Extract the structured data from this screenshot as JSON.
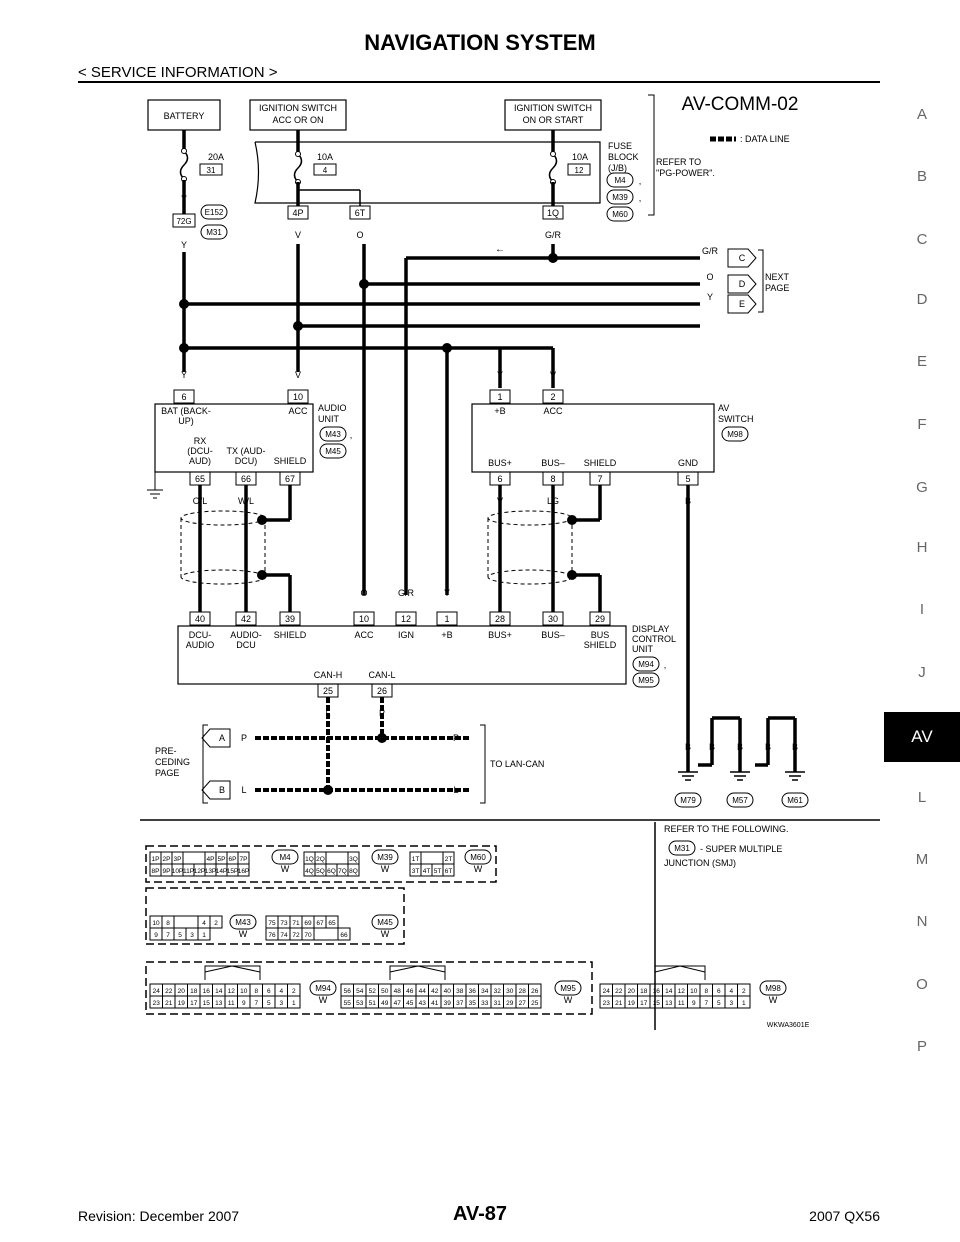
{
  "header": {
    "title": "NAVIGATION SYSTEM",
    "subtitle": "< SERVICE INFORMATION >"
  },
  "side_index": [
    "A",
    "B",
    "C",
    "D",
    "E",
    "F",
    "G",
    "H",
    "I",
    "J",
    "AV",
    "L",
    "M",
    "N",
    "O",
    "P"
  ],
  "side_active": "AV",
  "footer": {
    "revision": "Revision: December 2007",
    "page": "AV-87",
    "model": "2007 QX56"
  },
  "diagram": {
    "code": "AV-COMM-02",
    "legend": ": DATA LINE",
    "battery": "BATTERY",
    "ign1": [
      "IGNITION SWITCH",
      "ACC OR ON"
    ],
    "ign2": [
      "IGNITION SWITCH",
      "ON OR START"
    ],
    "fuse_block": [
      "FUSE",
      "BLOCK",
      "(J/B)"
    ],
    "refer_pg": [
      "REFER TO",
      "\"PG-POWER\"."
    ],
    "fuses": [
      {
        "amp": "20A",
        "no": "31"
      },
      {
        "amp": "10A",
        "no": "4"
      },
      {
        "amp": "10A",
        "no": "12"
      }
    ],
    "conn_top": [
      "4P",
      "6T",
      "1Q",
      "72G"
    ],
    "conn_refs": [
      "M4",
      "M39",
      "M60",
      "E152",
      "M31",
      "M43",
      "M45",
      "M98",
      "M94",
      "M95",
      "M79",
      "M57",
      "M61"
    ],
    "wires_top": [
      "Y",
      "Y",
      "V",
      "O",
      "G/R"
    ],
    "next_page": [
      "NEXT",
      "PAGE"
    ],
    "next_wires": [
      {
        "w": "G/R",
        "c": "C"
      },
      {
        "w": "O",
        "c": "D"
      },
      {
        "w": "Y",
        "c": "E"
      }
    ],
    "audio_unit": {
      "name": [
        "AUDIO",
        "UNIT"
      ],
      "top_pins": [
        {
          "w": "Y",
          "p": "6",
          "l": "BAT (BACK-"
        },
        {
          "w": "V",
          "p": "10",
          "l": "ACC"
        }
      ],
      "bat2": "UP)",
      "rx": [
        "RX",
        "(DCU-",
        "AUD)"
      ],
      "tx": [
        "TX (AUD-",
        "DCU)"
      ],
      "shield": "SHIELD",
      "bot_pins": [
        {
          "p": "65",
          "w": "O/L"
        },
        {
          "p": "66",
          "w": "W/L"
        },
        {
          "p": "67",
          "w": ""
        }
      ]
    },
    "av_switch": {
      "name": [
        "AV",
        "SWITCH"
      ],
      "top_pins": [
        {
          "w": "Y",
          "p": "1",
          "l": "+B"
        },
        {
          "w": "V",
          "p": "2",
          "l": "ACC"
        }
      ],
      "bot_pins": [
        {
          "p": "6",
          "w": "V",
          "l": "BUS+"
        },
        {
          "p": "8",
          "w": "LG",
          "l": "BUS–"
        },
        {
          "p": "7",
          "w": "",
          "l": "SHIELD"
        },
        {
          "p": "5",
          "w": "B",
          "l": "GND"
        }
      ]
    },
    "dcu": {
      "name": [
        "DISPLAY",
        "CONTROL",
        "UNIT"
      ],
      "pins": [
        {
          "p": "40",
          "w": "",
          "l": [
            "DCU-",
            "AUDIO"
          ]
        },
        {
          "p": "42",
          "w": "",
          "l": [
            "AUDIO-",
            "DCU"
          ]
        },
        {
          "p": "39",
          "w": "",
          "l": [
            "SHIELD"
          ]
        },
        {
          "p": "10",
          "w": "O",
          "l": [
            "ACC"
          ]
        },
        {
          "p": "12",
          "w": "G/R",
          "l": [
            "IGN"
          ]
        },
        {
          "p": "1",
          "w": "Y",
          "l": [
            "+B"
          ]
        },
        {
          "p": "28",
          "w": "",
          "l": [
            "BUS+"
          ]
        },
        {
          "p": "30",
          "w": "",
          "l": [
            "BUS–"
          ]
        },
        {
          "p": "29",
          "w": "",
          "l": [
            "BUS",
            "SHIELD"
          ]
        }
      ],
      "can": [
        {
          "p": "25",
          "w": "L",
          "l": "CAN-H"
        },
        {
          "p": "26",
          "w": "P",
          "l": "CAN-L"
        }
      ]
    },
    "preceding": [
      "PRE-",
      "CEDING",
      "PAGE"
    ],
    "to_lan": "TO LAN-CAN",
    "can_rows": [
      {
        "c": "A",
        "w": "P"
      },
      {
        "c": "B",
        "w": "L"
      }
    ],
    "ground_wires": [
      "B",
      "B",
      "B",
      "B",
      "B"
    ],
    "refer_smj": [
      "REFER TO THE FOLLOWING.",
      "- SUPER  MULTIPLE",
      "JUNCTION (SMJ)"
    ],
    "connector_color": "W",
    "figure_code": "WKWA3601E",
    "grid_m4": [
      [
        "1P",
        "2P",
        "3P",
        "",
        "4P",
        "5P",
        "6P",
        "7P"
      ],
      [
        "8P",
        "9P",
        "10P",
        "11P",
        "12P",
        "13P",
        "14P",
        "15P",
        "16P"
      ]
    ],
    "grid_m39": [
      [
        "1Q",
        "2Q",
        "",
        "3Q"
      ],
      [
        "4Q",
        "5Q",
        "6Q",
        "7Q",
        "8Q"
      ]
    ],
    "grid_m60": [
      [
        "1T",
        "",
        "2T"
      ],
      [
        "3T",
        "4T",
        "5T",
        "6T"
      ]
    ],
    "grid_m43": [
      [
        "10",
        "8",
        "",
        "4",
        "2"
      ],
      [
        "9",
        "7",
        "5",
        "3",
        "1"
      ]
    ],
    "grid_m45": [
      [
        "75",
        "73",
        "71",
        "69",
        "67",
        "65"
      ],
      [
        "76",
        "74",
        "72",
        "70",
        "",
        "66"
      ]
    ],
    "grid_m94": [
      [
        "24",
        "22",
        "20",
        "18",
        "16",
        "14",
        "12",
        "10",
        "8",
        "6",
        "4",
        "2"
      ],
      [
        "23",
        "21",
        "19",
        "17",
        "15",
        "13",
        "11",
        "9",
        "7",
        "5",
        "3",
        "1"
      ]
    ],
    "grid_m95": [
      [
        "56",
        "54",
        "52",
        "50",
        "48",
        "46",
        "44",
        "42",
        "40",
        "38",
        "36",
        "34",
        "32",
        "30",
        "28",
        "26"
      ],
      [
        "55",
        "53",
        "51",
        "49",
        "47",
        "45",
        "43",
        "41",
        "39",
        "37",
        "35",
        "33",
        "31",
        "29",
        "27",
        "25"
      ]
    ],
    "grid_m98": [
      [
        "24",
        "22",
        "20",
        "18",
        "16",
        "14",
        "12",
        "10",
        "8",
        "6",
        "4",
        "2"
      ],
      [
        "23",
        "21",
        "19",
        "17",
        "15",
        "13",
        "11",
        "9",
        "7",
        "5",
        "3",
        "1"
      ]
    ]
  }
}
